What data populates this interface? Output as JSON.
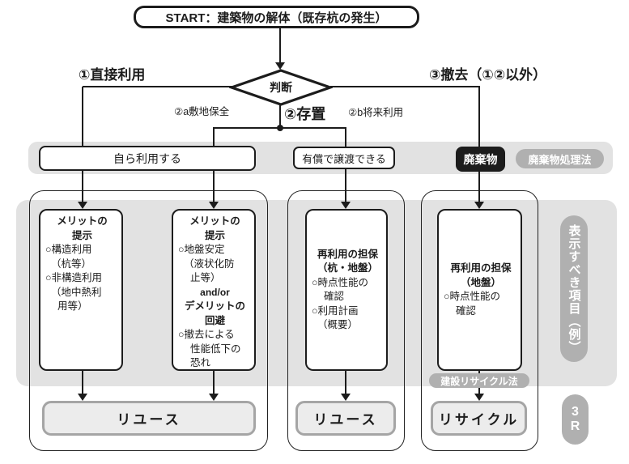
{
  "flow": {
    "start": "START：建築物の解体（既存杭の発生）",
    "decision": "判断",
    "branch_direct": "①直接利用",
    "branch_leave": "②存置",
    "branch_leave_site": "②a敷地保全",
    "branch_leave_future": "②b将来利用",
    "branch_remove": "③撤去（①②以外）"
  },
  "band": {
    "self_use": "自ら利用する",
    "transfer": "有償で譲渡できる",
    "waste": "廃棄物",
    "waste_law": "廃棄物処理法"
  },
  "boxes": {
    "box1": {
      "heading": [
        "メリットの",
        "提示"
      ],
      "items": [
        "○構造利用",
        "（杭等）",
        "○非構造利用",
        "（地中熱利",
        "用等）"
      ]
    },
    "box2": {
      "heading": [
        "メリットの",
        "提示"
      ],
      "items1": [
        "○地盤安定",
        "（液状化防",
        "止等）"
      ],
      "mid": [
        "and/or",
        "デメリットの",
        "回避"
      ],
      "items2": [
        "○撤去による",
        "性能低下の",
        "恐れ"
      ]
    },
    "box3": {
      "heading": [
        "再利用の担保",
        "（杭・地盤）"
      ],
      "items": [
        "○時点性能の",
        "確認",
        "○利用計画",
        "（概要）"
      ]
    },
    "box4": {
      "heading": [
        "再利用の担保",
        "（地盤）"
      ],
      "items": [
        "○時点性能の",
        "確認"
      ]
    }
  },
  "outputs": {
    "reuse1": "リユース",
    "reuse2": "リユース",
    "recycle": "リサイクル"
  },
  "labels": {
    "recycle_law": "建設リサイクル法",
    "side_note": "表示すべき項目（例）",
    "three_r": [
      "3",
      "R"
    ]
  },
  "colors": {
    "line_black": "#1c1c1c",
    "gray_area": "#e2e2e2",
    "pill_gray": "#b0b0b0",
    "output_border": "#a5a5a5",
    "output_fill": "#ececec"
  }
}
